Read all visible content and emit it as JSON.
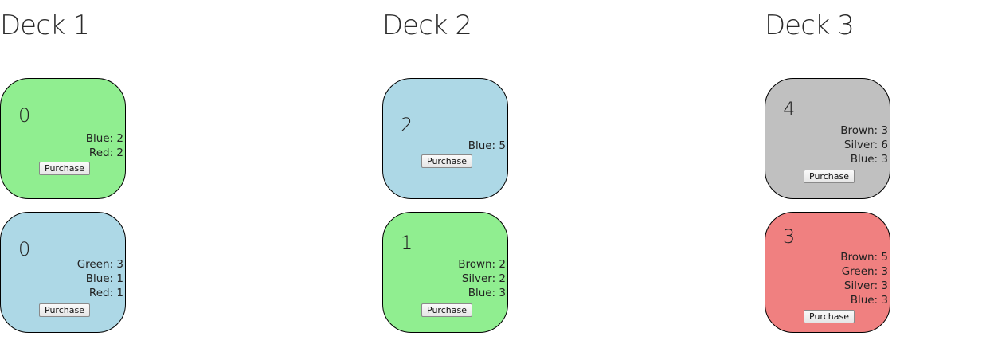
{
  "decks": [
    {
      "title": "Deck 1",
      "cards": [
        {
          "points": "0",
          "color": "#90ee90",
          "costs": [
            "Blue: 2",
            "Red: 2"
          ],
          "button_label": "Purchase"
        },
        {
          "points": "0",
          "color": "#add8e6",
          "costs": [
            "Green: 3",
            "Blue: 1",
            "Red: 1"
          ],
          "button_label": "Purchase"
        }
      ]
    },
    {
      "title": "Deck 2",
      "cards": [
        {
          "points": "2",
          "color": "#add8e6",
          "costs": [
            "Blue: 5"
          ],
          "button_label": "Purchase"
        },
        {
          "points": "1",
          "color": "#90ee90",
          "costs": [
            "Brown: 2",
            "Silver: 2",
            "Blue: 3"
          ],
          "button_label": "Purchase"
        }
      ]
    },
    {
      "title": "Deck 3",
      "cards": [
        {
          "points": "4",
          "color": "#c0c0c0",
          "costs": [
            "Brown: 3",
            "Silver: 6",
            "Blue: 3"
          ],
          "button_label": "Purchase"
        },
        {
          "points": "3",
          "color": "#f08080",
          "costs": [
            "Brown: 5",
            "Green: 3",
            "Silver: 3",
            "Blue: 3"
          ],
          "button_label": "Purchase"
        }
      ]
    }
  ]
}
